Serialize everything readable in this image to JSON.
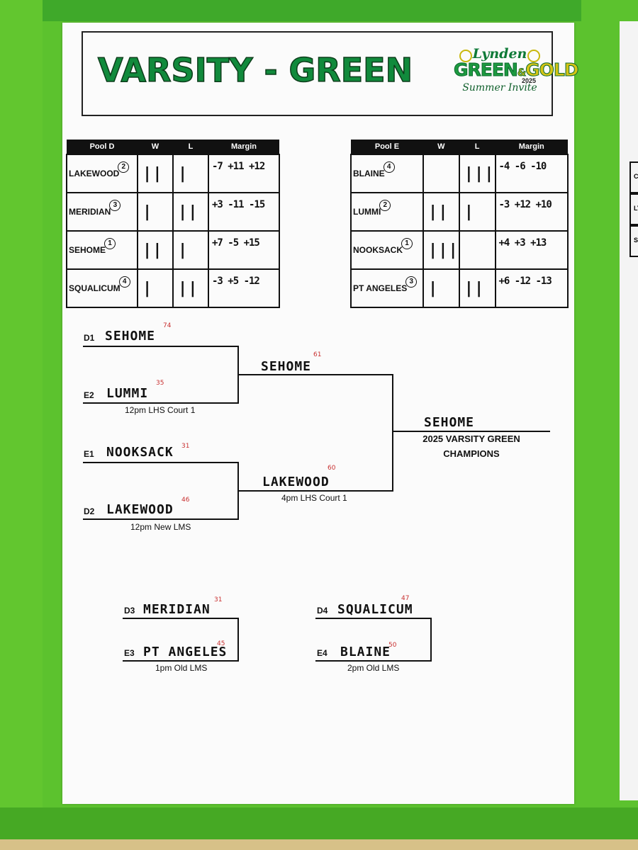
{
  "header": {
    "title": "VARSITY - GREEN",
    "logo_line1": "Lynden",
    "logo_line2a": "GREEN",
    "logo_amp": "&",
    "logo_line2b": "GOLD",
    "logo_year": "2025",
    "logo_line3": "Summer Invite"
  },
  "pool_columns": [
    "W",
    "L",
    "Margin"
  ],
  "pool_d": {
    "name": "Pool D",
    "rows": [
      {
        "team": "LAKEWOOD",
        "seed": "2",
        "w": "||",
        "l": "|",
        "margin": "-7 +11 +12"
      },
      {
        "team": "MERIDIAN",
        "seed": "3",
        "w": "|",
        "l": "||",
        "margin": "+3 -11 -15"
      },
      {
        "team": "SEHOME",
        "seed": "1",
        "w": "||",
        "l": "|",
        "margin": "+7 -5 +15"
      },
      {
        "team": "SQUALICUM",
        "seed": "4",
        "w": "|",
        "l": "||",
        "margin": "-3 +5 -12"
      }
    ]
  },
  "pool_e": {
    "name": "Pool E",
    "rows": [
      {
        "team": "BLAINE",
        "seed": "4",
        "w": "",
        "l": "|||",
        "margin": "-4 -6 -10"
      },
      {
        "team": "LUMMI",
        "seed": "2",
        "w": "||",
        "l": "|",
        "margin": "-3 +12 +10"
      },
      {
        "team": "NOOKSACK",
        "seed": "1",
        "w": "|||",
        "l": "",
        "margin": "+4 +3 +13"
      },
      {
        "team": "PT ANGELES",
        "seed": "3",
        "w": "|",
        "l": "||",
        "margin": "+6 -12 -13"
      }
    ]
  },
  "bracket": {
    "m1": {
      "seed_a": "D1",
      "team_a": "SEHOME",
      "score_a": "74",
      "seed_b": "E2",
      "team_b": "LUMMI",
      "score_b": "35",
      "location": "12pm LHS Court 1"
    },
    "m2": {
      "seed_a": "E1",
      "team_a": "NOOKSACK",
      "score_a": "31",
      "seed_b": "D2",
      "team_b": "LAKEWOOD",
      "score_b": "46",
      "location": "12pm New LMS"
    },
    "semi": {
      "team_a": "SEHOME",
      "score_a": "61",
      "team_b": "LAKEWOOD",
      "score_b": "60",
      "location": "4pm LHS Court 1"
    },
    "final": {
      "team": "SEHOME",
      "caption1": "2025 VARSITY GREEN",
      "caption2": "CHAMPIONS"
    },
    "m3": {
      "seed_a": "D3",
      "team_a": "MERIDIAN",
      "score_a": "31",
      "seed_b": "E3",
      "team_b": "PT ANGELES",
      "score_b": "45",
      "location": "1pm Old LMS"
    },
    "m4": {
      "seed_a": "D4",
      "team_a": "SQUALICUM",
      "score_a": "47",
      "seed_b": "E4",
      "team_b": "BLAINE",
      "score_b": "50",
      "location": "2pm Old LMS"
    }
  },
  "side_sheet": [
    "C",
    "LY",
    "SE"
  ]
}
